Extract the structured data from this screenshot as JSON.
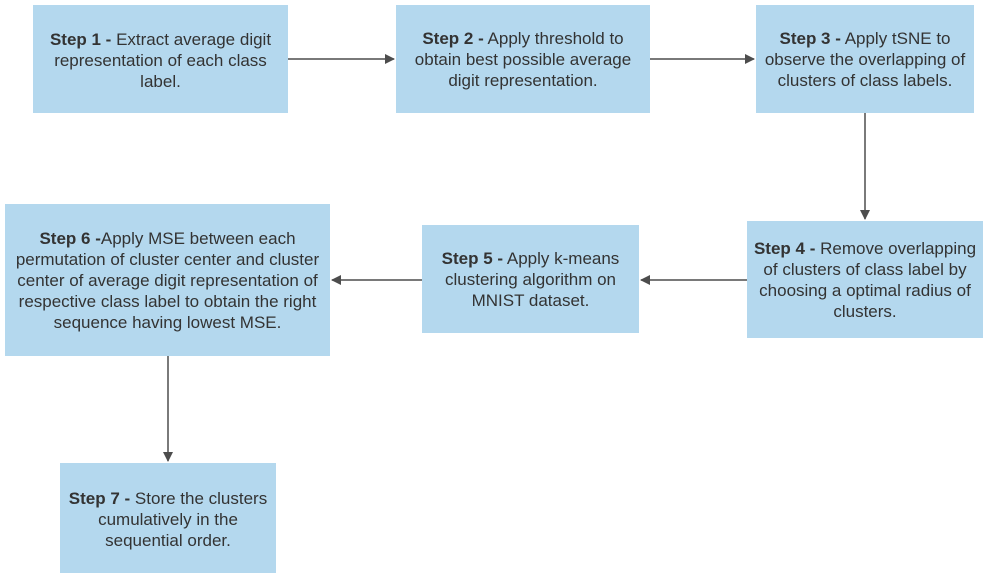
{
  "colors": {
    "box_fill": "#b4d8ee",
    "text": "#333333",
    "arrow": "#4d4d4d"
  },
  "steps": [
    {
      "label": "Step 1 -",
      "text": "Extract average digit representation of each class label."
    },
    {
      "label": "Step 2 -",
      "text": "Apply threshold to obtain best possible average digit representation."
    },
    {
      "label": "Step 3 -",
      "text": "Apply tSNE to observe the overlapping of clusters of class labels."
    },
    {
      "label": "Step 4 -",
      "text": "Remove overlapping of clusters of class label by choosing a optimal radius of clusters."
    },
    {
      "label": "Step 5 -",
      "text": "Apply k-means clustering algorithm on MNIST dataset."
    },
    {
      "label": "Step 6 -",
      "text": "Apply MSE between each permutation of cluster center and cluster center of average digit representation of respective class label to obtain the right sequence having lowest MSE."
    },
    {
      "label": "Step 7 -",
      "text": "Store the clusters cumulatively in the sequential order."
    }
  ],
  "edges": [
    {
      "from": "Step 1",
      "to": "Step 2"
    },
    {
      "from": "Step 2",
      "to": "Step 3"
    },
    {
      "from": "Step 3",
      "to": "Step 4"
    },
    {
      "from": "Step 4",
      "to": "Step 5"
    },
    {
      "from": "Step 5",
      "to": "Step 6"
    },
    {
      "from": "Step 6",
      "to": "Step 7"
    }
  ]
}
